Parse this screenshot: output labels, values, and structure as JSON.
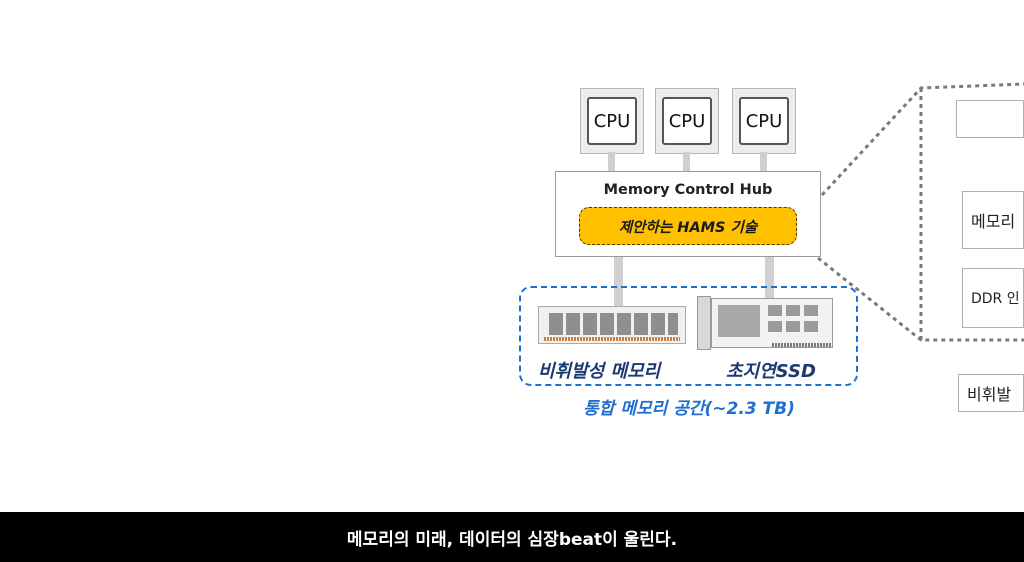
{
  "cpus": [
    {
      "label": "CPU"
    },
    {
      "label": "CPU"
    },
    {
      "label": "CPU"
    }
  ],
  "hub": {
    "title": "Memory Control Hub",
    "hams_label": "제안하는 HAMS 기술"
  },
  "memory": {
    "nvm_label": "비휘발성 메모리",
    "ssd_label": "초지연SSD",
    "unified_label": "통합 메모리 공간(~2.3 TB)"
  },
  "right_panel": {
    "box1": "",
    "box2": "메모리",
    "box3": "DDR 인",
    "box4": "비휘발"
  },
  "caption": "메모리의 미래, 데이터의 심장beat이 울린다.",
  "colors": {
    "hams_fill": "#ffc000",
    "unified_border": "#1f6fd1",
    "mem_label": "#1b3a73",
    "caption_bg": "#000000"
  }
}
